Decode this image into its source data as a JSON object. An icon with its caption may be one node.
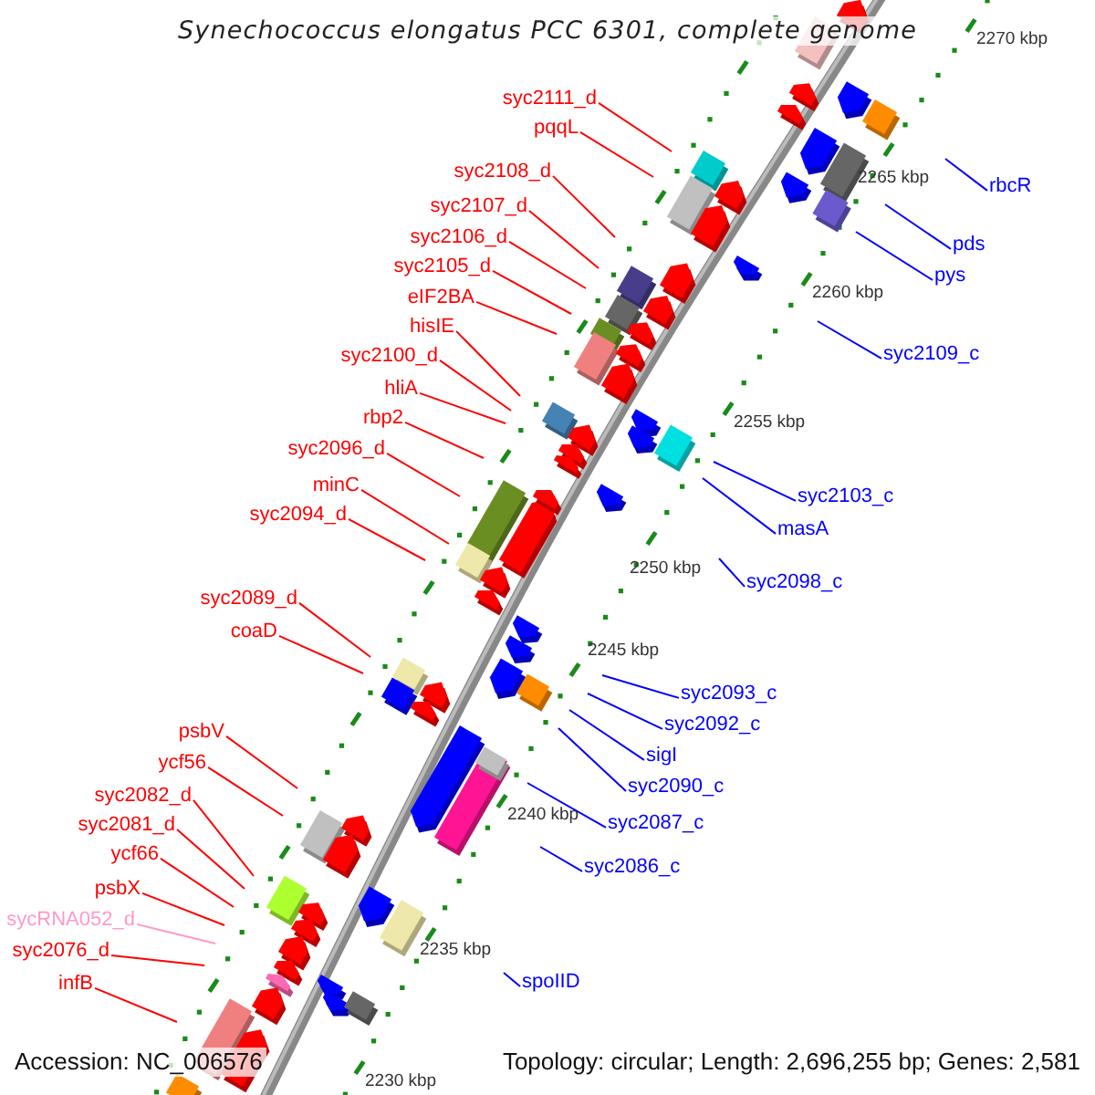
{
  "diagram": {
    "title": "Synechococcus elongatus PCC 6301, complete genome",
    "nodes": [
      {
        "text": [
          "syc2111_d"
        ]
      },
      {
        "text": [
          "pqqL"
        ]
      },
      {
        "text": [
          "syc2108_d"
        ]
      },
      {
        "text": [
          "syc2107_d"
        ]
      },
      {
        "text": [
          "syc2106_d"
        ]
      },
      {
        "text": [
          "syc2105_d"
        ]
      },
      {
        "text": [
          "eIF2BA"
        ]
      },
      {
        "text": [
          "hisIE"
        ]
      },
      {
        "text": [
          "syc2100_d"
        ]
      },
      {
        "text": [
          "hliA"
        ]
      },
      {
        "text": [
          "rbp2"
        ]
      },
      {
        "text": [
          "syc2096_d"
        ]
      },
      {
        "text": [
          "minC"
        ]
      },
      {
        "text": [
          "syc2094_d"
        ]
      },
      {
        "text": [
          "syc2089_d"
        ]
      },
      {
        "text": [
          "coaD"
        ]
      },
      {
        "text": [
          "psbV"
        ]
      },
      {
        "text": [
          "ycf56"
        ]
      },
      {
        "text": [
          "syc2082_d"
        ]
      },
      {
        "text": [
          "syc2081_d"
        ]
      },
      {
        "text": [
          "ycf66"
        ]
      },
      {
        "text": [
          "psbX"
        ]
      },
      {
        "text": [
          "sycRNA052_d"
        ]
      },
      {
        "text": [
          "syc2076_d"
        ]
      },
      {
        "text": [
          "infB"
        ]
      },
      {
        "text": [
          "rbcR"
        ]
      },
      {
        "text": [
          "pds"
        ]
      },
      {
        "text": [
          "pys"
        ]
      },
      {
        "text": [
          "syc2109_c"
        ]
      },
      {
        "text": [
          "syc2103_c"
        ]
      },
      {
        "text": [
          "masA"
        ]
      },
      {
        "text": [
          "syc2098_c"
        ]
      },
      {
        "text": [
          "syc2093_c"
        ]
      },
      {
        "text": [
          "syc2092_c"
        ]
      },
      {
        "text": [
          "sigI"
        ]
      },
      {
        "text": [
          "syc2090_c"
        ]
      },
      {
        "text": [
          "syc2087_c"
        ]
      },
      {
        "text": [
          "syc2086_c"
        ]
      },
      {
        "text": [
          "spoIID"
        ]
      }
    ],
    "edges": [
      {
        "from": 0,
        "to": null,
        "arrow": "none"
      },
      {
        "from": 1,
        "to": null,
        "arrow": "none"
      },
      {
        "from": 2,
        "to": null,
        "arrow": "none"
      },
      {
        "from": 3,
        "to": null,
        "arrow": "none"
      },
      {
        "from": 4,
        "to": null,
        "arrow": "none"
      },
      {
        "from": 5,
        "to": null,
        "arrow": "none"
      },
      {
        "from": 6,
        "to": null,
        "arrow": "none"
      },
      {
        "from": 7,
        "to": null,
        "arrow": "none"
      },
      {
        "from": 8,
        "to": null,
        "arrow": "none"
      },
      {
        "from": 9,
        "to": null,
        "arrow": "none"
      },
      {
        "from": 10,
        "to": null,
        "arrow": "none"
      },
      {
        "from": 11,
        "to": null,
        "arrow": "none"
      },
      {
        "from": 12,
        "to": null,
        "arrow": "none"
      },
      {
        "from": 13,
        "to": null,
        "arrow": "none"
      },
      {
        "from": 14,
        "to": null,
        "arrow": "none"
      },
      {
        "from": 15,
        "to": null,
        "arrow": "none"
      },
      {
        "from": 16,
        "to": null,
        "arrow": "none"
      },
      {
        "from": 17,
        "to": null,
        "arrow": "none"
      },
      {
        "from": 18,
        "to": null,
        "arrow": "none"
      },
      {
        "from": 19,
        "to": null,
        "arrow": "none"
      },
      {
        "from": 20,
        "to": null,
        "arrow": "none"
      },
      {
        "from": 21,
        "to": null,
        "arrow": "none"
      },
      {
        "from": 22,
        "to": null,
        "arrow": "none",
        "color": "#ff99cc"
      },
      {
        "from": 23,
        "to": null,
        "arrow": "none"
      },
      {
        "from": 24,
        "to": null,
        "arrow": "none"
      },
      {
        "from": 25,
        "to": null,
        "arrow": "none",
        "color": "#0000ff"
      },
      {
        "from": 26,
        "to": null,
        "arrow": "none",
        "color": "#0000ff"
      },
      {
        "from": 27,
        "to": null,
        "arrow": "none",
        "color": "#0000ff"
      },
      {
        "from": 28,
        "to": null,
        "arrow": "none",
        "color": "#0000ff"
      },
      {
        "from": 29,
        "to": null,
        "arrow": "none",
        "color": "#0000ff"
      },
      {
        "from": 30,
        "to": null,
        "arrow": "none",
        "color": "#0000ff"
      },
      {
        "from": 31,
        "to": null,
        "arrow": "none",
        "color": "#0000ff"
      },
      {
        "from": 32,
        "to": null,
        "arrow": "none",
        "color": "#0000ff"
      },
      {
        "from": 33,
        "to": null,
        "arrow": "none",
        "color": "#0000ff"
      },
      {
        "from": 34,
        "to": null,
        "arrow": "none",
        "color": "#0000ff"
      },
      {
        "from": 35,
        "to": null,
        "arrow": "none",
        "color": "#0000ff"
      },
      {
        "from": 36,
        "to": null,
        "arrow": "none",
        "color": "#0000ff"
      },
      {
        "from": 37,
        "to": null,
        "arrow": "none",
        "color": "#0000ff"
      },
      {
        "from": 38,
        "to": null,
        "arrow": "none",
        "color": "#0000ff"
      }
    ],
    "labels": [
      "2270 kbp",
      "2265 kbp",
      "2260 kbp",
      "2255 kbp",
      "2250 kbp",
      "2245 kbp",
      "2240 kbp",
      "2235 kbp",
      "2230 kbp",
      "Accession: NC_006576",
      "Topology: circular; Length: 2,696,255 bp; Genes: 2,581"
    ]
  }
}
